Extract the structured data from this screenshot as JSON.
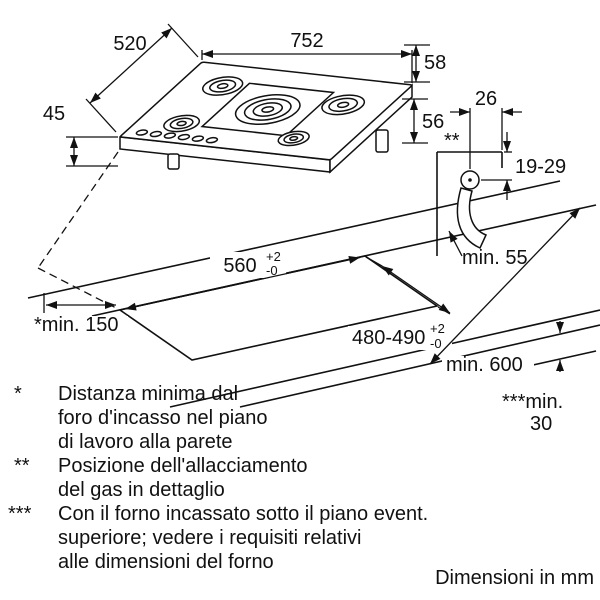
{
  "diagram": {
    "dims": {
      "width": "752",
      "depth": "520",
      "height": "45",
      "d58": "58",
      "d56": "56",
      "d26": "26",
      "d19_29": "19-29",
      "detail_marker": "**",
      "cutout_width": "560",
      "cutout_width_tol_plus": "+2",
      "cutout_width_tol_minus": "-0",
      "cutout_depth": "480-490",
      "cutout_depth_tol_plus": "+2",
      "cutout_depth_tol_minus": "-0",
      "min_rear": "min. 55",
      "min_side": "*min. 150",
      "min_worktop_depth": "min. 600",
      "min_clearance_label": "***min.",
      "min_clearance_value": "30"
    },
    "footnotes": [
      {
        "marker": "*",
        "lines": [
          "Distanza minima dal",
          "foro d'incasso nel piano",
          "di lavoro alla parete"
        ]
      },
      {
        "marker": "**",
        "lines": [
          "Posizione dell'allacciamento",
          "del gas in dettaglio"
        ]
      },
      {
        "marker": "***",
        "lines": [
          "Con il forno incassato sotto il piano event.",
          "superiore; vedere i requisiti relativi",
          "alle dimensioni del forno"
        ]
      }
    ],
    "units_note": "Dimensioni in mm"
  }
}
